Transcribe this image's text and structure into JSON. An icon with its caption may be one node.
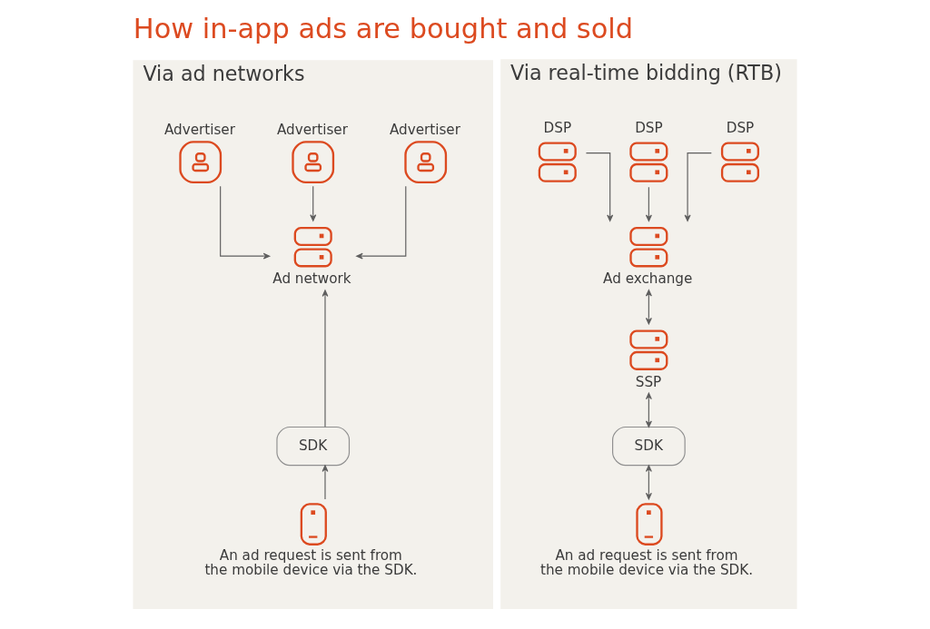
{
  "diagram": {
    "title": "How in-app ads are bought and sold",
    "nodes": [
      {
        "text": [
          "Via ad networks"
        ]
      },
      {
        "text": [
          "Advertiser"
        ],
        "in": 0
      },
      {
        "text": [
          "Advertiser"
        ],
        "in": 0
      },
      {
        "text": [
          "Advertiser"
        ],
        "in": 0
      },
      {
        "text": [
          "Ad network"
        ],
        "in": 0
      },
      {
        "text": [
          "SDK"
        ],
        "in": 0
      },
      {
        "text": [
          "An ad request is sent from the mobile device via the SDK."
        ],
        "in": 0
      },
      {
        "text": [
          "Via real-time bidding (RTB)"
        ]
      },
      {
        "text": [
          "DSP"
        ],
        "in": 7
      },
      {
        "text": [
          "DSP"
        ],
        "in": 7
      },
      {
        "text": [
          "DSP"
        ],
        "in": 7
      },
      {
        "text": [
          "Ad exchange"
        ],
        "in": 7
      },
      {
        "text": [
          "SSP"
        ],
        "in": 7
      },
      {
        "text": [
          "SDK"
        ],
        "in": 7
      },
      {
        "text": [
          "An ad request is sent from the mobile device via the SDK."
        ],
        "in": 7
      }
    ],
    "edges": [
      {
        "from": 1,
        "to": 4,
        "arrow": "to"
      },
      {
        "from": 2,
        "to": 4,
        "arrow": "to"
      },
      {
        "from": 3,
        "to": 4,
        "arrow": "to"
      },
      {
        "from": 6,
        "to": 5,
        "arrow": "to"
      },
      {
        "from": 5,
        "to": 4,
        "arrow": "to"
      },
      {
        "from": 8,
        "to": 11,
        "arrow": "to"
      },
      {
        "from": 9,
        "to": 11,
        "arrow": "to"
      },
      {
        "from": 10,
        "to": 11,
        "arrow": "to"
      },
      {
        "from": 11,
        "to": 12,
        "arrow": "both"
      },
      {
        "from": 12,
        "to": 13,
        "arrow": "both"
      },
      {
        "from": 13,
        "to": 14,
        "arrow": "both"
      }
    ]
  }
}
